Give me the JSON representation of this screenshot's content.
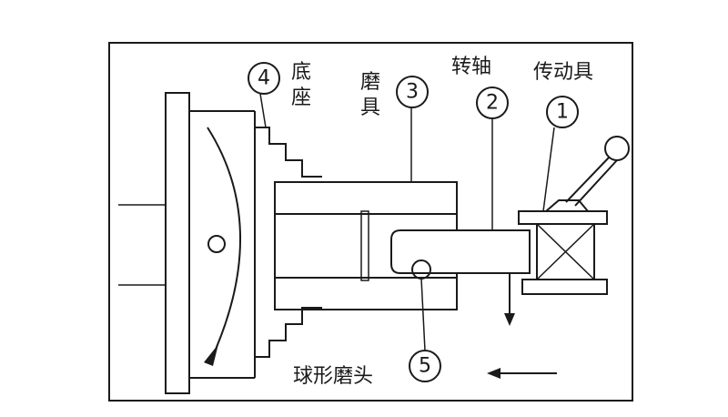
{
  "labels": {
    "base": "底座",
    "abrasive_tool": "磨具",
    "spindle": "转轴",
    "driver": "传动具",
    "ball_head": "球形磨头"
  },
  "callouts": {
    "driver": "1",
    "spindle": "2",
    "abrasive_tool": "3",
    "base": "4",
    "ball_head": "5"
  },
  "colors": {
    "line": "#1a1a1a",
    "hatch_fill": "#c8c8c8",
    "spindle_fill": "#b0b0b0",
    "background": "#ffffff"
  }
}
